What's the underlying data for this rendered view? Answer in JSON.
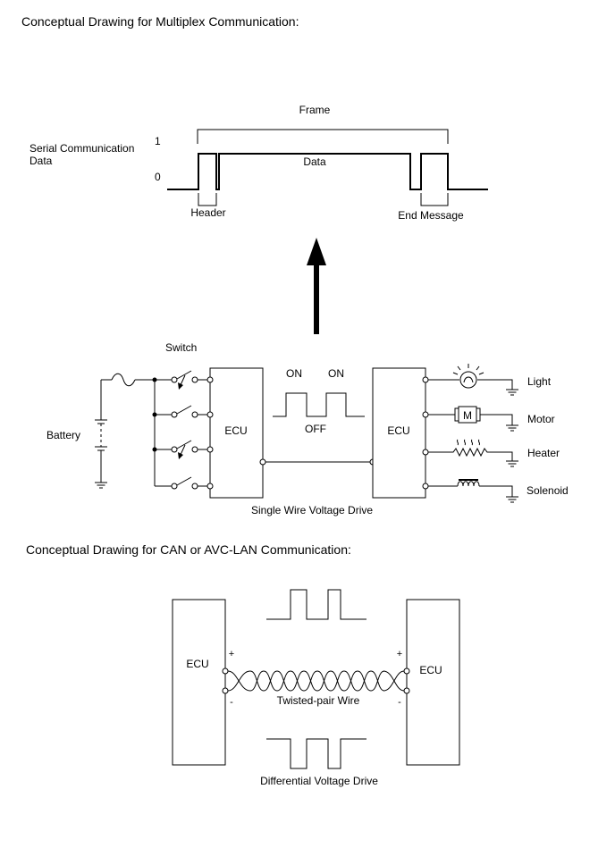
{
  "headings": {
    "multiplex": "Conceptual Drawing for Multiplex Communication:",
    "can": "Conceptual Drawing for CAN or AVC-LAN Communication:"
  },
  "frame_diagram": {
    "frame_label": "Frame",
    "data_label": "Data",
    "serial_label_line1": "Serial Communication",
    "serial_label_line2": "Data",
    "level_high": "1",
    "level_low": "0",
    "header_label": "Header",
    "end_label": "End Message"
  },
  "single_wire": {
    "switch_label": "Switch",
    "battery_label": "Battery",
    "ecu_left": "ECU",
    "ecu_right": "ECU",
    "on_1": "ON",
    "on_2": "ON",
    "off": "OFF",
    "caption": "Single Wire Voltage Drive",
    "loads": [
      "Light",
      "Motor",
      "Heater",
      "Solenoid"
    ],
    "motor_symbol": "M"
  },
  "can_drive": {
    "ecu_left": "ECU",
    "ecu_right": "ECU",
    "plus_left": "+",
    "minus_left": "-",
    "plus_right": "+",
    "minus_right": "-",
    "twisted_label": "Twisted-pair Wire",
    "caption": "Differential Voltage Drive"
  },
  "colors": {
    "line": "#000000",
    "background": "#ffffff"
  },
  "icons": [
    "arrow-up-icon",
    "switch-icon",
    "fuse-icon",
    "battery-icon",
    "ground-icon",
    "lamp-icon",
    "motor-icon",
    "heater-icon",
    "solenoid-icon"
  ]
}
